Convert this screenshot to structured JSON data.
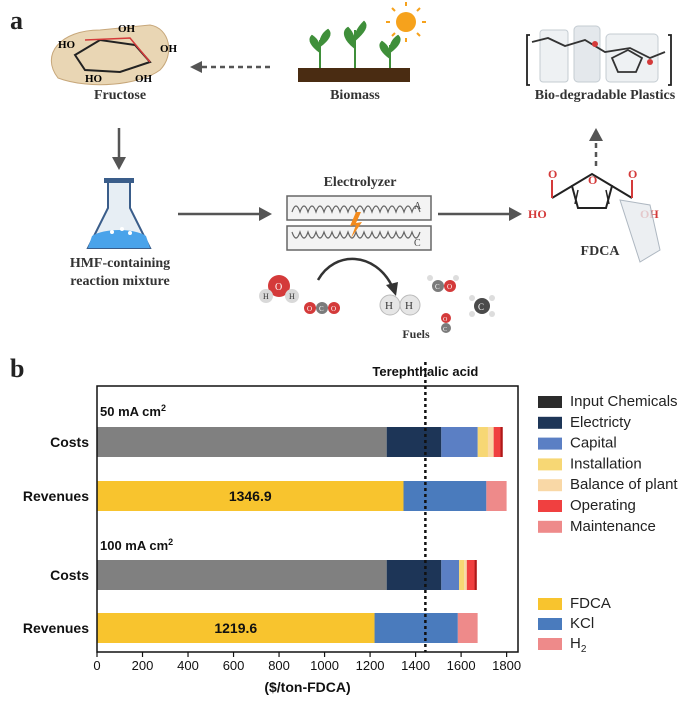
{
  "panel_a": {
    "letter": "a",
    "fructose": "Fructose",
    "biomass": "Biomass",
    "plastics": "Bio-degradable Plastics",
    "hmf_line1": "HMF-containing",
    "hmf_line2": "reaction mixture",
    "electrolyzer": "Electrolyzer",
    "fdca": "FDCA",
    "fuels": "Fuels",
    "fdca_oh_left": "HO",
    "fdca_oh_right": "OH",
    "fructose_oh": [
      "HO",
      "OH",
      "OH",
      "HO",
      "OH"
    ],
    "cell_a": "A",
    "cell_c": "C",
    "h2_atoms": [
      "H",
      "H"
    ],
    "h2o_atoms": [
      "H",
      "O",
      "H"
    ],
    "co2_atoms": [
      "O",
      "C",
      "O"
    ],
    "co_atoms": [
      "C",
      "O"
    ],
    "ch4_atom": "C",
    "hcoo_atoms": [
      "C",
      "O"
    ]
  },
  "panel_b": {
    "letter": "b",
    "ref_label": "Terephthalic acid"
  },
  "chart_data": {
    "type": "bar",
    "orientation": "horizontal",
    "stacked": true,
    "xlabel": "($/ton-FDCA)",
    "xlim": [
      0,
      1850
    ],
    "xticks": [
      0,
      200,
      400,
      600,
      800,
      1000,
      1200,
      1400,
      1600,
      1800
    ],
    "reference_line": {
      "label": "Terephthalic acid",
      "x": 1443,
      "style": "dotted"
    },
    "groups": [
      {
        "title": "50 mA cm",
        "title_sup": "2",
        "bars": [
          {
            "category": "Costs",
            "segments": [
              {
                "name": "Input Chemicals",
                "value": 1273,
                "color": "#808080"
              },
              {
                "name": "Electricty",
                "value": 240,
                "color": "#1d3557"
              },
              {
                "name": "Capital",
                "value": 160,
                "color": "#5b7fc4"
              },
              {
                "name": "Installation",
                "value": 45,
                "color": "#f7d774"
              },
              {
                "name": "Balance of plant",
                "value": 25,
                "color": "#f9d8a6"
              },
              {
                "name": "Operating",
                "value": 30,
                "color": "#f04040"
              },
              {
                "name": "Maintenance",
                "value": 10,
                "color": "#b01818"
              }
            ]
          },
          {
            "category": "Revenues",
            "segments": [
              {
                "name": "FDCA",
                "value": 1346.9,
                "color": "#f8c42e",
                "label": "1346.9"
              },
              {
                "name": "KCl",
                "value": 364,
                "color": "#4a7bbd"
              },
              {
                "name": "H2",
                "value": 89,
                "color": "#ee8a8a"
              }
            ]
          }
        ]
      },
      {
        "title": "100 mA cm",
        "title_sup": "2",
        "bars": [
          {
            "category": "Costs",
            "segments": [
              {
                "name": "Input Chemicals",
                "value": 1273,
                "color": "#808080"
              },
              {
                "name": "Electricty",
                "value": 240,
                "color": "#1d3557"
              },
              {
                "name": "Capital",
                "value": 78,
                "color": "#5b7fc4"
              },
              {
                "name": "Installation",
                "value": 22,
                "color": "#f7d774"
              },
              {
                "name": "Balance of plant",
                "value": 12,
                "color": "#f9d8a6"
              },
              {
                "name": "Operating",
                "value": 34,
                "color": "#f04040"
              },
              {
                "name": "Maintenance",
                "value": 10,
                "color": "#b01818"
              }
            ]
          },
          {
            "category": "Revenues",
            "segments": [
              {
                "name": "FDCA",
                "value": 1219.6,
                "color": "#f8c42e",
                "label": "1219.6"
              },
              {
                "name": "KCl",
                "value": 366,
                "color": "#4a7bbd"
              },
              {
                "name": "H2",
                "value": 87,
                "color": "#ee8a8a"
              }
            ]
          }
        ]
      }
    ],
    "legend_costs": [
      {
        "name": "Input Chemicals",
        "color": "#2b2b2b"
      },
      {
        "name": "Electricty",
        "color": "#1d3557"
      },
      {
        "name": "Capital",
        "color": "#5b7fc4"
      },
      {
        "name": "Installation",
        "color": "#f7d774"
      },
      {
        "name": "Balance of plant",
        "color": "#f9d8a6"
      },
      {
        "name": "Operating",
        "color": "#f04040"
      },
      {
        "name": "Maintenance",
        "color": "#ee8a8a"
      }
    ],
    "legend_revenues": [
      {
        "name": "FDCA",
        "color": "#f8c42e"
      },
      {
        "name": "KCl",
        "color": "#4a7bbd"
      },
      {
        "name": "H",
        "sub": "2",
        "color": "#ee8a8a"
      }
    ]
  }
}
